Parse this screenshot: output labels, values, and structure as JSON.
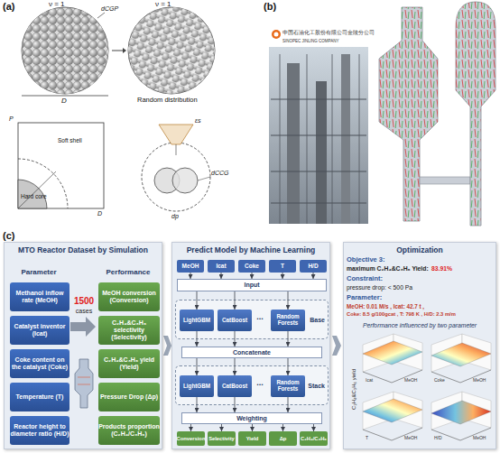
{
  "diagram": {
    "nodes": [
      {
        "text": [
          "MTO Reactor Dataset by Simulation"
        ]
      },
      {
        "text": [
          "Methanol inflow rate (MeOH)"
        ],
        "in": 0
      },
      {
        "text": [
          "Catalyst inventor (Icat)"
        ],
        "in": 0
      },
      {
        "text": [
          "Coke content on the catalyst (Coke)"
        ],
        "in": 0
      },
      {
        "text": [
          "Temperature (T)"
        ],
        "in": 0
      },
      {
        "text": [
          "Reactor height to diameter ratio (H/D)"
        ],
        "in": 0
      },
      {
        "text": [
          "MeOH conversion (Conversion)"
        ],
        "in": 0
      },
      {
        "text": [
          "C₂H₄&C₃H₆ selectivity (Selectivity)"
        ],
        "in": 0
      },
      {
        "text": [
          "C₂H₄&C₃H₆ yield (Yield)"
        ],
        "in": 0
      },
      {
        "text": [
          "Pressure Drop (Δp)"
        ],
        "in": 0
      },
      {
        "text": [
          "Products proportion (C₂H₄/C₃H₆)"
        ],
        "in": 0
      },
      {
        "text": [
          "Predict Model by Machine Learning"
        ]
      },
      {
        "text": [
          "MeOH"
        ],
        "in": 11
      },
      {
        "text": [
          "Icat"
        ],
        "in": 11
      },
      {
        "text": [
          "Coke"
        ],
        "in": 11
      },
      {
        "text": [
          "T"
        ],
        "in": 11
      },
      {
        "text": [
          "H/D"
        ],
        "in": 11
      },
      {
        "text": [
          "Input"
        ],
        "in": 11
      },
      {
        "text": [
          "Base"
        ],
        "in": 11
      },
      {
        "text": [
          "LightGBM"
        ],
        "in": 18
      },
      {
        "text": [
          "CatBoost"
        ],
        "in": 18
      },
      {
        "text": [
          "Random Forests"
        ],
        "in": 18
      },
      {
        "text": [
          "Concatenate"
        ],
        "in": 11
      },
      {
        "text": [
          "Stack"
        ],
        "in": 11
      },
      {
        "text": [
          "LightGBM"
        ],
        "in": 23
      },
      {
        "text": [
          "CatBoost"
        ],
        "in": 23
      },
      {
        "text": [
          "Random Forests"
        ],
        "in": 23
      },
      {
        "text": [
          "Weighting"
        ],
        "in": 11
      },
      {
        "text": [
          "Conversion"
        ],
        "in": 11
      },
      {
        "text": [
          "Selectivity"
        ],
        "in": 11
      },
      {
        "text": [
          "Yield"
        ],
        "in": 11
      },
      {
        "text": [
          "Δp"
        ],
        "in": 11
      },
      {
        "text": [
          "C₂H₄/C₃H₆"
        ],
        "in": 11
      },
      {
        "text": [
          "Optimization"
        ]
      }
    ],
    "edges": [
      {
        "from": 12,
        "to": 17,
        "arrow": "to"
      },
      {
        "from": 13,
        "to": 17,
        "arrow": "to"
      },
      {
        "from": 14,
        "to": 17,
        "arrow": "to"
      },
      {
        "from": 15,
        "to": 17,
        "arrow": "to"
      },
      {
        "from": 16,
        "to": 17,
        "arrow": "to"
      },
      {
        "from": 17,
        "to": 19,
        "arrow": "to"
      },
      {
        "from": 17,
        "to": 20,
        "arrow": "to"
      },
      {
        "from": 17,
        "to": 21,
        "arrow": "to"
      },
      {
        "from": 19,
        "to": 22,
        "arrow": "to"
      },
      {
        "from": 20,
        "to": 22,
        "arrow": "to"
      },
      {
        "from": 21,
        "to": 22,
        "arrow": "to"
      },
      {
        "from": 22,
        "to": 24,
        "arrow": "to"
      },
      {
        "from": 22,
        "to": 25,
        "arrow": "to"
      },
      {
        "from": 22,
        "to": 26,
        "arrow": "to"
      },
      {
        "from": 24,
        "to": 27,
        "arrow": "to"
      },
      {
        "from": 25,
        "to": 27,
        "arrow": "to"
      },
      {
        "from": 26,
        "to": 27,
        "arrow": "to"
      },
      {
        "from": 27,
        "to": 28,
        "arrow": "to"
      },
      {
        "from": 27,
        "to": 29,
        "arrow": "to"
      },
      {
        "from": 27,
        "to": 30,
        "arrow": "to"
      },
      {
        "from": 27,
        "to": 31,
        "arrow": "to"
      },
      {
        "from": 27,
        "to": 32,
        "arrow": "to"
      }
    ],
    "labels": [
      "(a)",
      "ν = 1",
      "ν = 1",
      "dCGP",
      "D",
      "Random distribution",
      "P",
      "Soft shell",
      "Hard core",
      "D",
      "εs",
      "dCCG",
      "dp",
      "(b)",
      "中国石油化工股份有限公司金陵分公司",
      "SINOPEC JINLING COMPANY",
      "(c)",
      "Parameter",
      "Performance",
      "1500",
      "cases",
      "...",
      "...",
      "Objective 3:",
      "maximum C₂H₄&C₃H₆ Yield:",
      "83.91%",
      "Constraint:",
      "pressure drop: < 500 Pa",
      "Parameter:",
      "MeOH: 0.01 M/s , Icat: 42.7 t ,",
      "Coke: 8.5 g/100gcat , T: 798 K , H/D: 2.3 m/m",
      "Performance influenced by two parameter",
      "C₂H₄&C₃H₆ yield",
      "Icat",
      "MeOH",
      "Coke",
      "MeOH",
      "T",
      "MeOH",
      "H/D",
      "MeOH"
    ]
  }
}
